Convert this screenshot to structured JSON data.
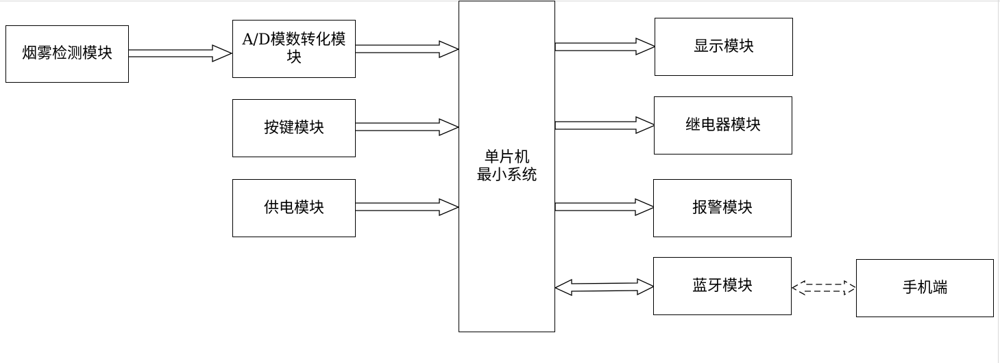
{
  "diagram": {
    "blocks": {
      "smoke": "烟雾检测模块",
      "adc_line1": "A/D模数转化模",
      "adc_line2": "块",
      "keys": "按键模块",
      "power": "供电模块",
      "mcu_line1": "单片机",
      "mcu_line2": "最小系统",
      "display": "显示模块",
      "relay": "继电器模块",
      "alarm": "报警模块",
      "bluetooth": "蓝牙模块",
      "phone": "手机端"
    },
    "connections": [
      {
        "from": "smoke",
        "to": "adc",
        "type": "arrow"
      },
      {
        "from": "adc",
        "to": "mcu",
        "type": "arrow"
      },
      {
        "from": "keys",
        "to": "mcu",
        "type": "arrow"
      },
      {
        "from": "power",
        "to": "mcu",
        "type": "arrow"
      },
      {
        "from": "mcu",
        "to": "display",
        "type": "arrow"
      },
      {
        "from": "mcu",
        "to": "relay",
        "type": "arrow"
      },
      {
        "from": "mcu",
        "to": "alarm",
        "type": "arrow"
      },
      {
        "from": "mcu",
        "to": "bluetooth",
        "type": "double-arrow"
      },
      {
        "from": "bluetooth",
        "to": "phone",
        "type": "dashed-double-arrow"
      }
    ]
  }
}
